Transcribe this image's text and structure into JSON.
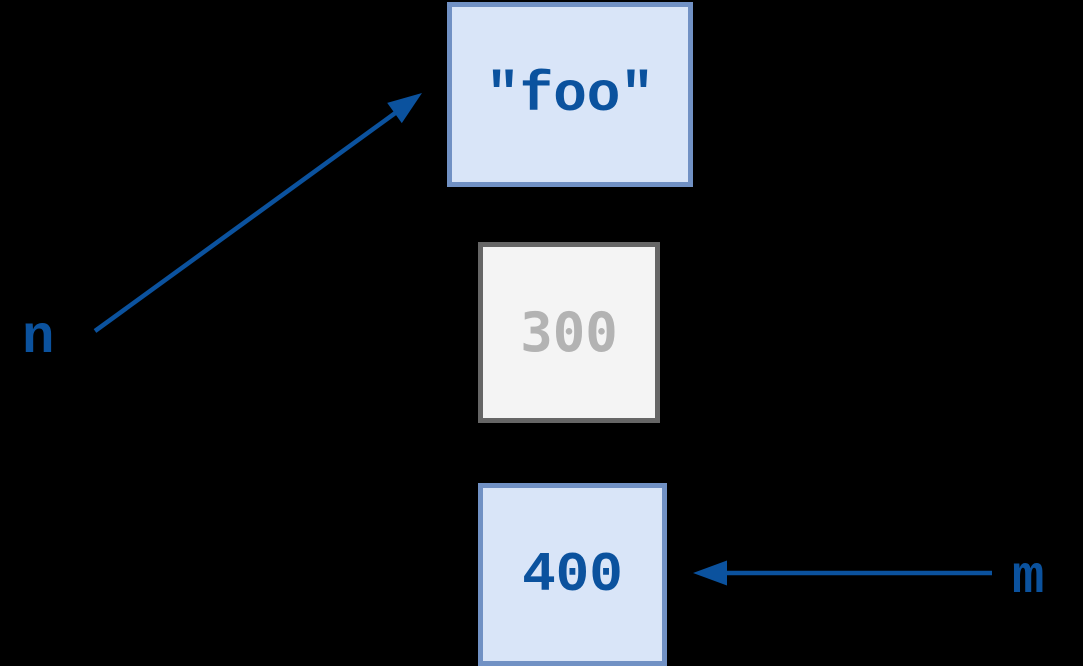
{
  "diagram": {
    "description": "Python variable reference diagram: names pointing to objects in memory",
    "background_color": "#000000",
    "accent_color": "#0b529e",
    "variables": [
      {
        "label": "n",
        "points_to": "\"foo\""
      },
      {
        "label": "m",
        "points_to": "400"
      }
    ],
    "objects": [
      {
        "value": "\"foo\"",
        "state": "referenced",
        "fill_color": "#d9e5f8",
        "border_color": "#7191c4",
        "text_color": "#0b529e"
      },
      {
        "value": "300",
        "state": "orphaned",
        "fill_color": "#f4f4f4",
        "border_color": "#666666",
        "text_color": "#b3b3b3"
      },
      {
        "value": "400",
        "state": "referenced",
        "fill_color": "#d9e5f8",
        "border_color": "#7191c4",
        "text_color": "#0b529e"
      }
    ]
  }
}
